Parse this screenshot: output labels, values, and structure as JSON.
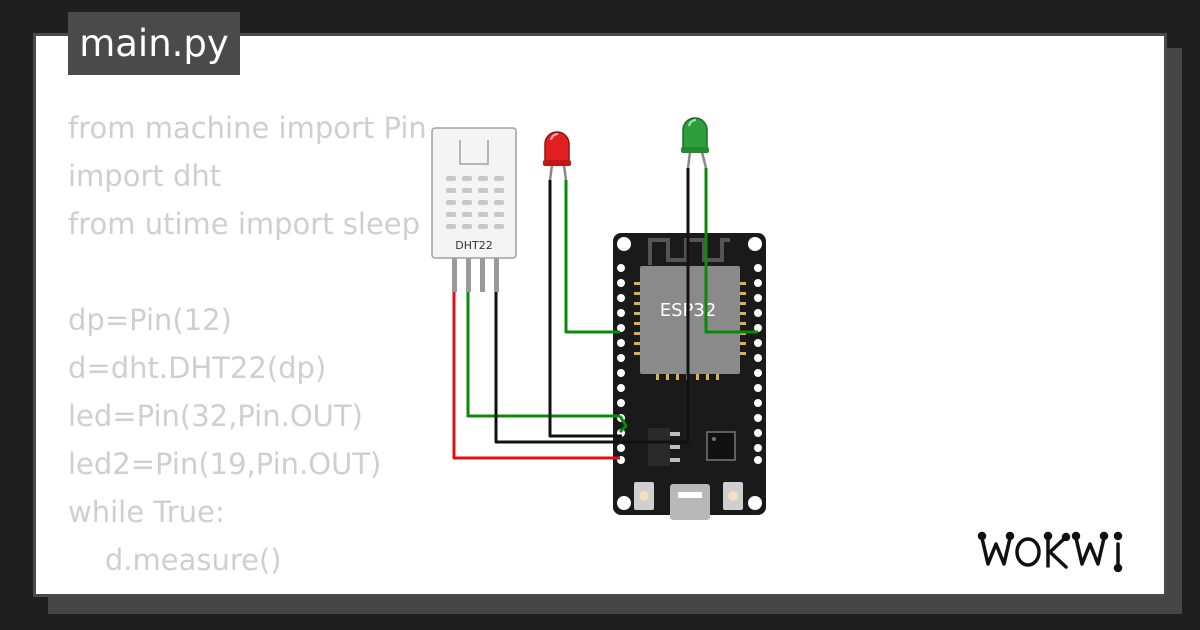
{
  "tab": {
    "title": "main.py"
  },
  "code_lines": [
    "from machine import Pin",
    "import dht",
    "from utime import sleep",
    "",
    "dp=Pin(12)",
    "d=dht.DHT22(dp)",
    "led=Pin(32,Pin.OUT)",
    "led2=Pin(19,Pin.OUT)",
    "while True:",
    "    d.measure()"
  ],
  "components": {
    "sensor_label": "DHT22",
    "board_label": "ESP32"
  },
  "logo_text": "WOKWI",
  "colors": {
    "background": "#1f1f1f",
    "sheet": "#ffffff",
    "code_text": "#cfcfcf",
    "tab": "#4a4a4a",
    "wire_green": "#0a8a0a",
    "wire_black": "#111111",
    "wire_red": "#dd1111",
    "led_red": "#e02020",
    "led_green": "#2e9e3a",
    "board": "#1a1a1a"
  }
}
